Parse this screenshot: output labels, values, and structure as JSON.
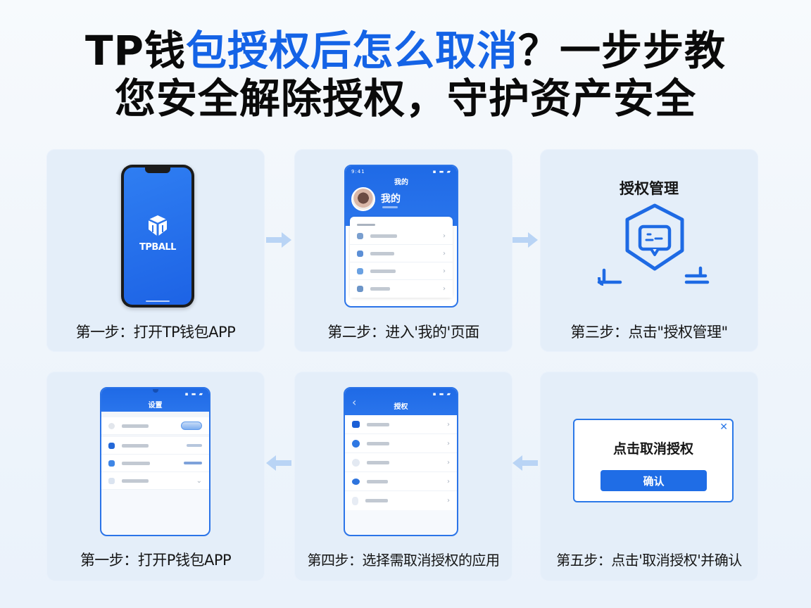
{
  "header": {
    "title_line1_prefix": "TP钱",
    "title_line1_highlight": "包授权后怎么取消",
    "title_line1_suffix": "？一步步教",
    "title_line2": "您安全解除授权，守护资产安全"
  },
  "colors": {
    "accent": "#1463e6",
    "card_bg": "#e4eef9",
    "arrow": "#b9d4f5",
    "text": "#0a0a0a"
  },
  "steps": [
    {
      "caption": "第一步：打开TP钱包APP",
      "screen": {
        "type": "phone-splash",
        "logo_text": "TPBALL"
      }
    },
    {
      "caption": "第二步：进入'我的'页面",
      "screen": {
        "type": "profile-page",
        "header_title": "我的",
        "user_name": "我的",
        "menu_rows": 4
      }
    },
    {
      "caption": "第三步：点击\"授权管理\"",
      "screen": {
        "type": "icon",
        "label": "授权管理",
        "icon": "shield-message-icon"
      }
    },
    {
      "caption": "第一步：打开P钱包APP",
      "screen": {
        "type": "settings-page",
        "header_title": "设置",
        "rows": 4
      }
    },
    {
      "caption": "第四步：选择需取消授权的应用",
      "screen": {
        "type": "app-list",
        "header_title": "授权",
        "rows": 5
      }
    },
    {
      "caption": "第五步：点击'取消授权'并确认",
      "screen": {
        "type": "dialog",
        "dialog_title": "点击取消授权",
        "confirm_label": "确认",
        "close_icon": "close-icon"
      }
    }
  ],
  "arrows": [
    {
      "direction": "right",
      "between": "step1-step2"
    },
    {
      "direction": "right",
      "between": "step2-step3"
    },
    {
      "direction": "left",
      "between": "step5-step4"
    },
    {
      "direction": "left",
      "between": "step4-lower1"
    }
  ]
}
